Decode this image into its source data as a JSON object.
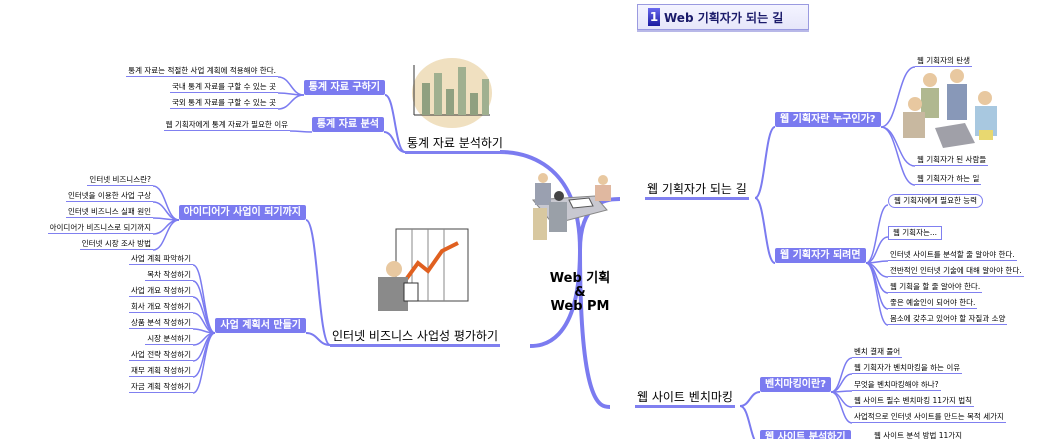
{
  "title": {
    "number": "1",
    "text": "Web 기획자가 되는 길"
  },
  "center": {
    "line1": "Web 기획",
    "line2": "&",
    "line3": "Web PM"
  },
  "branches": [
    {
      "label": "통계 자료 분석하기",
      "subs": [
        {
          "label": "통계 자료 구하기",
          "leaves": [
            "통계 자료는 적절한 사업 계획에 적용해야 한다.",
            "국내 통계 자료를 구할 수 있는 곳",
            "국외 통계 자료를 구할 수 있는 곳"
          ]
        },
        {
          "label": "통계 자료 분석",
          "leaves": [
            "웹 기획자에게 통계 자료가 필요한 이유"
          ]
        }
      ]
    },
    {
      "label": "인터넷 비즈니스 사업성 평가하기",
      "subs": [
        {
          "label": "아이디어가 사업이 되기까지",
          "leaves": [
            "인터넷 비즈니스란?",
            "인터넷을 이용한 사업 구상",
            "인터넷 비즈니스 실패 원인",
            "아이디어가 비즈니스로 되기까지",
            "인터넷 시장 조사 방법"
          ]
        },
        {
          "label": "사업 계획서 만들기",
          "leaves": [
            "사업 계획 파악하기",
            "목차 작성하기",
            "사업 개요 작성하기",
            "회사 개요 작성하기",
            "상품 분석 작성하기",
            "시장 분석하기",
            "사업 전략 작성하기",
            "재무 계획 작성하기",
            "자금 계획 작성하기"
          ]
        }
      ]
    },
    {
      "label": "웹 기획자가 되는 길",
      "subs": [
        {
          "label": "웹 기획자란 누구인가?",
          "leaves": [
            "웹 기획자의 탄생",
            "웹 기획자가 된 사람들",
            "웹 기획자가 하는 일"
          ]
        },
        {
          "label": "웹 기획자가 되려면",
          "leaves": [
            "웹 기획자에게 필요한 능력",
            "웹 기획자는...",
            "인터넷 사이트를 분석할 줄 알아야 한다.",
            "전반적인 인터넷 기술에 대해 알아야 한다.",
            "웹 기획을 할 줄 알아야 한다.",
            "좋은 예술인이 되어야 한다.",
            "몸소에 갖추고 있어야 할 자질과 소양"
          ]
        }
      ]
    },
    {
      "label": "웹 사이트 벤치마킹",
      "subs": [
        {
          "label": "벤치마킹이란?",
          "leaves": [
            "벤치 결재 풀어",
            "웹 기획자가 벤치마킹을 하는 이유",
            "무엇을 벤치마킹해야 하나?",
            "웹 사이트 필수 벤치마킹 11가지 법칙",
            "사업적으로 인터넷 사이트를 만드는 목적 세가지"
          ]
        },
        {
          "label": "웹 사이트 분석하기",
          "leaves": [
            "웹 사이트 분석 방법 11가지"
          ]
        }
      ]
    }
  ],
  "colors": {
    "branch": "#7b7bf0",
    "text": "#000000"
  }
}
